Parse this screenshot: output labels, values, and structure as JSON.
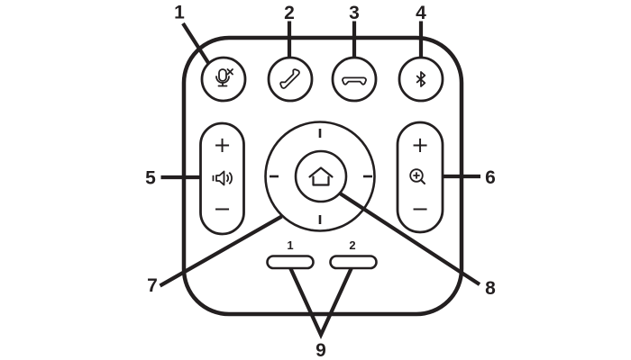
{
  "figure": {
    "type": "remote-control-callout-diagram",
    "description": "Line-art diagram of a conference camera remote control with numbered callouts"
  },
  "colors": {
    "ink": "#231f20",
    "background": "#ffffff"
  },
  "callouts": {
    "c1": "1",
    "c2": "2",
    "c3": "3",
    "c4": "4",
    "c5": "5",
    "c6": "6",
    "c7": "7",
    "c8": "8",
    "c9": "9"
  },
  "remote": {
    "volume_rocker": {
      "plus": "+",
      "minus": "−"
    },
    "zoom_rocker": {
      "plus": "+",
      "minus": "−"
    },
    "presets": {
      "p1": "1",
      "p2": "2"
    },
    "icons": {
      "top_row": [
        "mic-mute-icon",
        "call-answer-icon",
        "call-end-icon",
        "bluetooth-icon"
      ],
      "left_rocker": "volume-icon",
      "right_rocker": "zoom-in-icon",
      "center": "home-icon"
    }
  }
}
